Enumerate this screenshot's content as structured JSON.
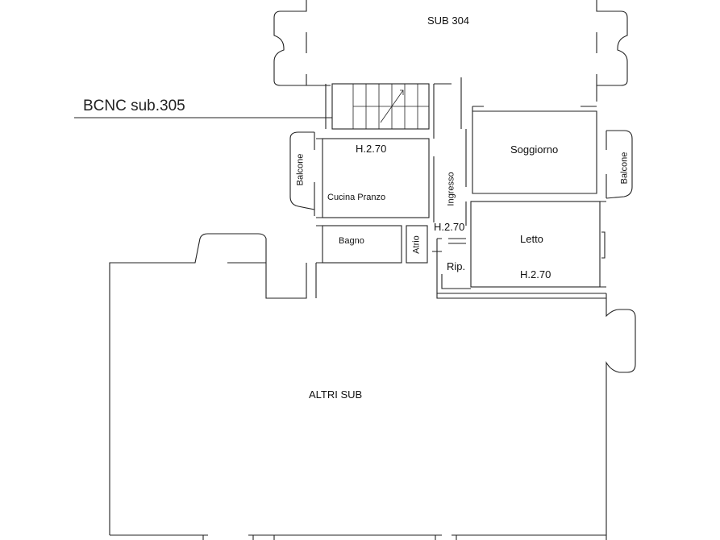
{
  "labels": {
    "sub304": "SUB 304",
    "bcnc": "BCNC sub.305",
    "altri_sub": "ALTRI SUB",
    "soggiorno": "Soggiorno",
    "letto": "Letto",
    "cucina_pranzo": "Cucina Pranzo",
    "bagno": "Bagno",
    "atrio": "Atrio",
    "rip": "Rip.",
    "ingresso": "Ingresso",
    "balcone_left": "Balcone",
    "balcone_right": "Balcone",
    "h_kitchen": "H.2.70",
    "h_hall": "H.2.70",
    "h_bedroom": "H.2.70"
  }
}
